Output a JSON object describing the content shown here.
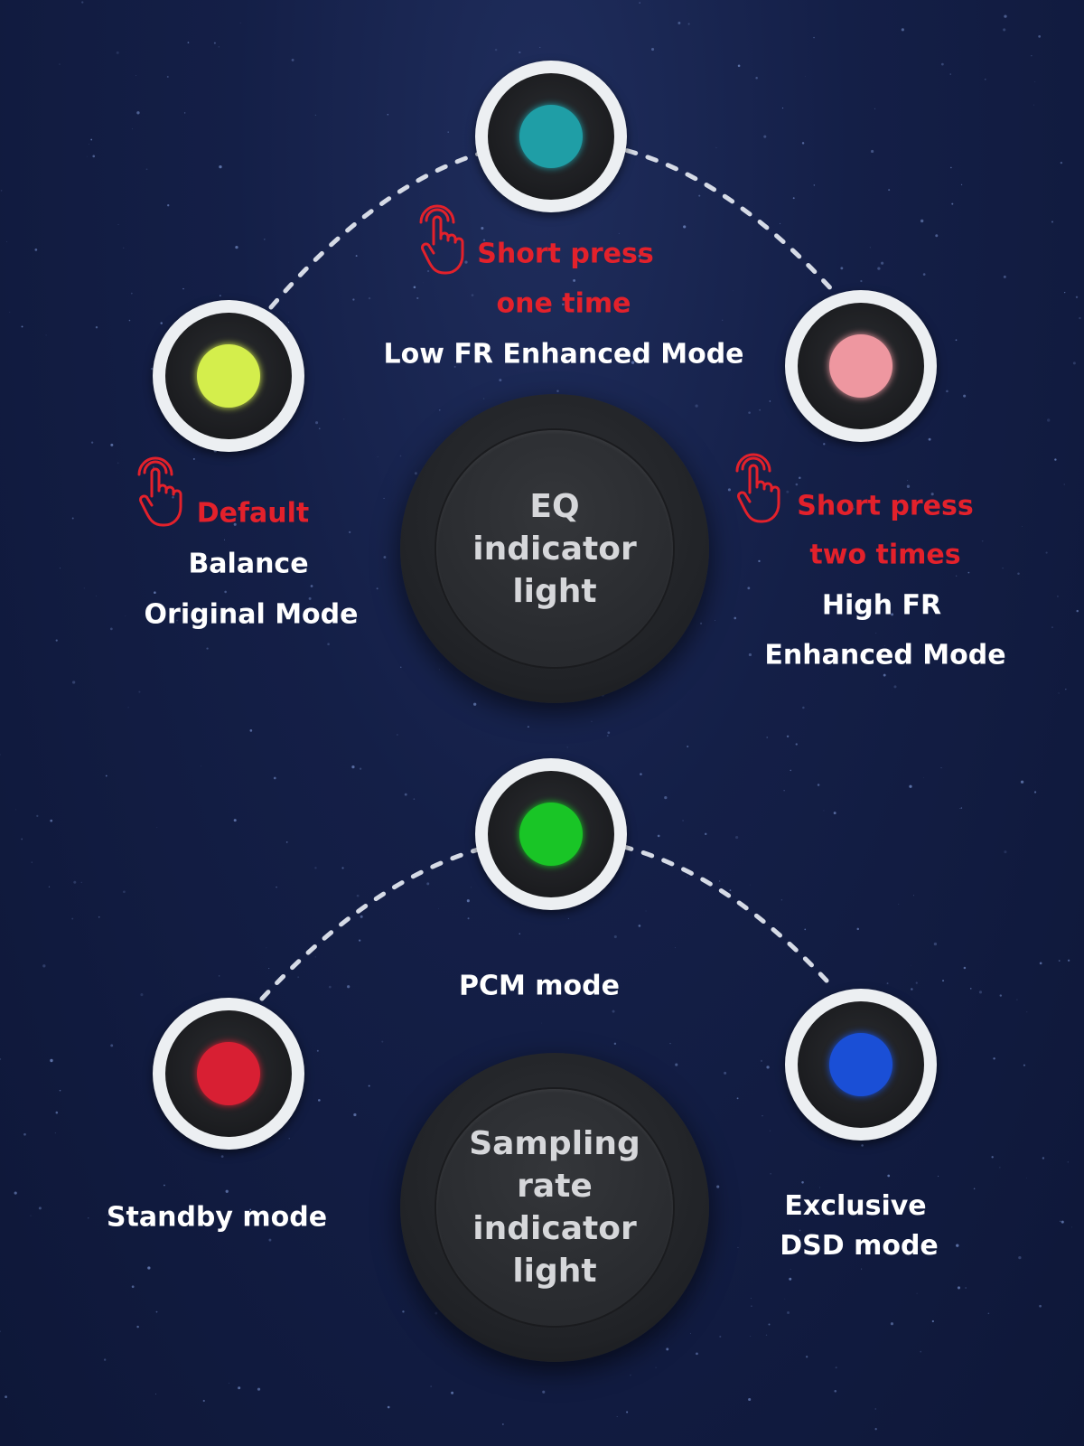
{
  "colors": {
    "background": "#141f47",
    "label_red": "#e3212b",
    "label_white": "#ffffff"
  },
  "eq_section": {
    "center_button": {
      "lines": [
        "EQ",
        "indicator",
        "light"
      ]
    },
    "modes": [
      {
        "id": "default",
        "led_color": "#d4ee4c",
        "action_lines": [
          "Default"
        ],
        "mode_lines": [
          "Balance",
          "Original Mode"
        ],
        "icon": "tap-hand-icon"
      },
      {
        "id": "low-fr",
        "led_color": "#1f9ea6",
        "action_lines": [
          "Short press",
          "one time"
        ],
        "mode_lines": [
          "Low FR Enhanced Mode"
        ],
        "icon": "tap-hand-icon"
      },
      {
        "id": "high-fr",
        "led_color": "#ee97a0",
        "action_lines": [
          "Short press",
          "two times"
        ],
        "mode_lines": [
          "High FR",
          "Enhanced Mode"
        ],
        "icon": "tap-hand-icon"
      }
    ]
  },
  "sampling_section": {
    "center_button": {
      "lines": [
        "Sampling",
        "rate",
        "indicator",
        "light"
      ]
    },
    "modes": [
      {
        "id": "standby",
        "led_color": "#d81f33",
        "label_lines": [
          "Standby mode"
        ]
      },
      {
        "id": "pcm",
        "led_color": "#19c526",
        "label_lines": [
          "PCM mode"
        ]
      },
      {
        "id": "dsd",
        "led_color": "#1a4fd6",
        "label_lines": [
          "Exclusive",
          "DSD mode"
        ]
      }
    ]
  }
}
